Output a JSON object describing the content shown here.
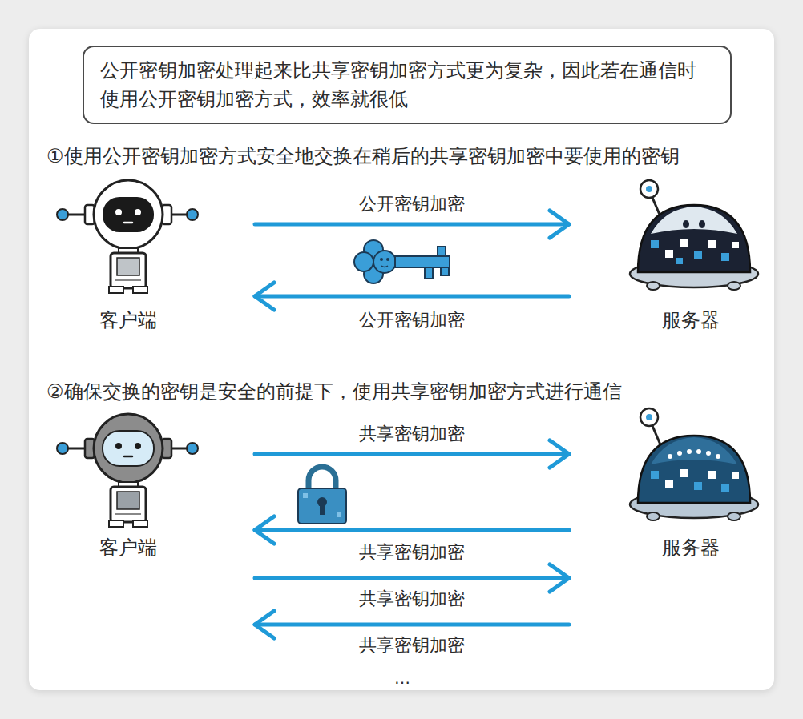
{
  "diagram": {
    "nodes": [
      {
        "text": [
          "公开密钥加密处理起来比共享密钥加密方式更为复杂，因此若在通信时使用公开密钥加密方式，效率就很低"
        ]
      },
      {
        "text": [
          "客户端"
        ]
      },
      {
        "text": [
          "服务器"
        ]
      },
      {
        "text": [
          "客户端"
        ]
      },
      {
        "text": [
          "服务器"
        ]
      }
    ],
    "edges": [
      {
        "from": 1,
        "to": 2,
        "arrow": "to",
        "label": "公开密钥加密"
      },
      {
        "from": 2,
        "to": 1,
        "arrow": "to",
        "label": "公开密钥加密"
      },
      {
        "from": 3,
        "to": 4,
        "arrow": "to",
        "label": "共享密钥加密"
      },
      {
        "from": 4,
        "to": 3,
        "arrow": "to",
        "label": "共享密钥加密"
      },
      {
        "from": 3,
        "to": 4,
        "arrow": "to",
        "label": "共享密钥加密"
      },
      {
        "from": 4,
        "to": 3,
        "arrow": "to",
        "label": "共享密钥加密"
      }
    ],
    "labels": [
      "①使用公开密钥加密方式安全地交换在稍后的共享密钥加密中要使用的密钥",
      "②确保交换的密钥是安全的前提下，使用共享密钥加密方式进行通信",
      "…"
    ]
  }
}
